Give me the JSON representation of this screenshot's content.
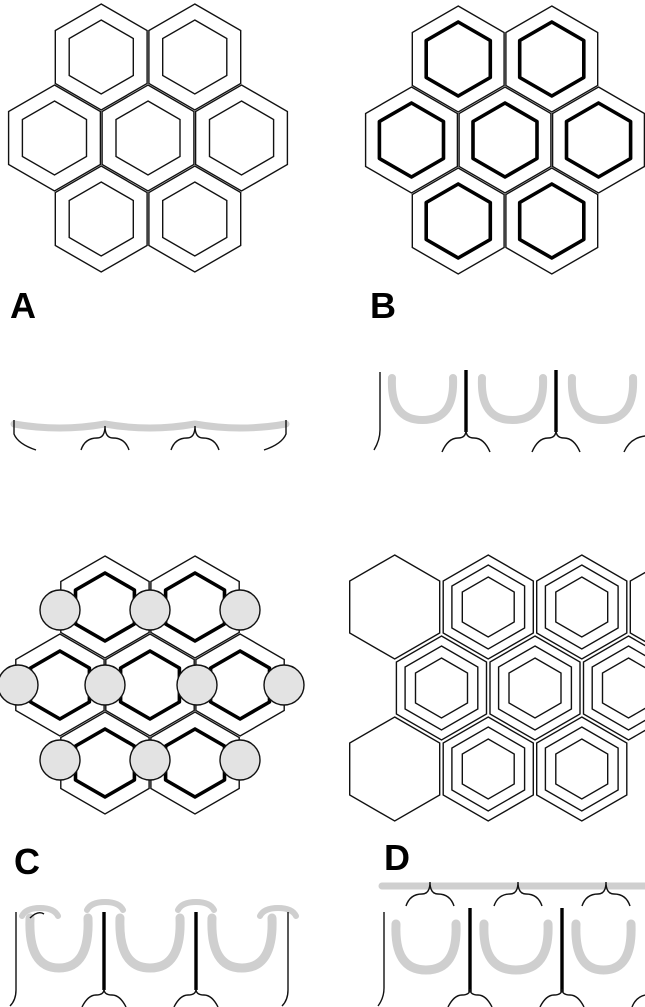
{
  "figure": {
    "panels": [
      {
        "id": "A",
        "label": "A"
      },
      {
        "id": "B",
        "label": "B"
      },
      {
        "id": "C",
        "label": "C"
      },
      {
        "id": "D",
        "label": "D"
      }
    ],
    "colors": {
      "ink": "#000000",
      "stipple": "#e3e3e3",
      "shading": "#cfcfcf",
      "background": "#ffffff"
    }
  }
}
